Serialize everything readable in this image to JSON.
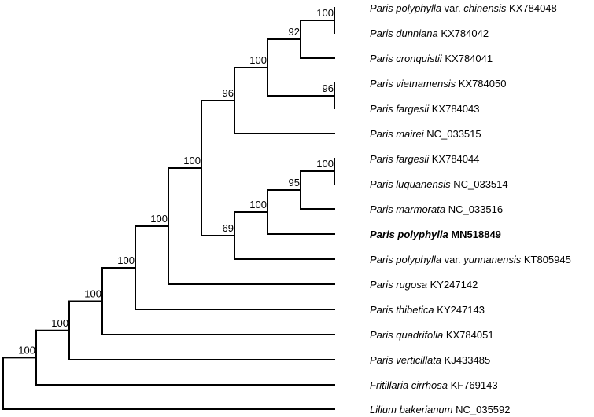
{
  "tree": {
    "taxa": [
      {
        "genus_species": "Paris polyphylla",
        "qualifier": "var.",
        "epithet": "chinensis",
        "accession": "KX784048",
        "bold": false
      },
      {
        "genus_species": "Paris dunniana",
        "accession": "KX784042",
        "bold": false
      },
      {
        "genus_species": "Paris cronquistii",
        "accession": "KX784041",
        "bold": false
      },
      {
        "genus_species": "Paris vietnamensis",
        "accession": "KX784050",
        "bold": false
      },
      {
        "genus_species": "Paris fargesii",
        "accession": "KX784043",
        "bold": false
      },
      {
        "genus_species": "Paris mairei",
        "accession": "NC_033515",
        "bold": false
      },
      {
        "genus_species": "Paris fargesii",
        "accession": "KX784044",
        "bold": false
      },
      {
        "genus_species": "Paris luquanensis",
        "accession": "NC_033514",
        "bold": false
      },
      {
        "genus_species": "Paris marmorata",
        "accession": "NC_033516",
        "bold": false
      },
      {
        "genus_species": "Paris polyphylla",
        "accession": "MN518849",
        "bold": true
      },
      {
        "genus_species": "Paris polyphylla",
        "qualifier": "var.",
        "epithet": "yunnanensis",
        "accession": "KT805945",
        "bold": false
      },
      {
        "genus_species": "Paris rugosa",
        "accession": "KY247142",
        "bold": false
      },
      {
        "genus_species": "Paris thibetica",
        "accession": "KY247143",
        "bold": false
      },
      {
        "genus_species": "Paris quadrifolia",
        "accession": "KX784051",
        "bold": false
      },
      {
        "genus_species": "Paris verticillata",
        "accession": "KJ433485",
        "bold": false
      },
      {
        "genus_species": "Fritillaria cirrhosa",
        "accession": "KF769143",
        "bold": false
      },
      {
        "genus_species": "Lilium bakerianum",
        "accession": "NC_035592",
        "bold": false
      }
    ],
    "bootstrap": {
      "n_chin_dunn": "100",
      "n_cronq": "92",
      "n_viet_farg": "96",
      "n_upper": "100",
      "n_mairei": "96",
      "n_farg_luq": "100",
      "n_marm": "95",
      "n_pp": "100",
      "n_yunn": "69",
      "n_paris_core": "100",
      "n_rugosa": "100",
      "n_thibetica": "100",
      "n_quadrifolia": "100",
      "n_verticillata": "100",
      "n_fritillaria": "100"
    }
  }
}
